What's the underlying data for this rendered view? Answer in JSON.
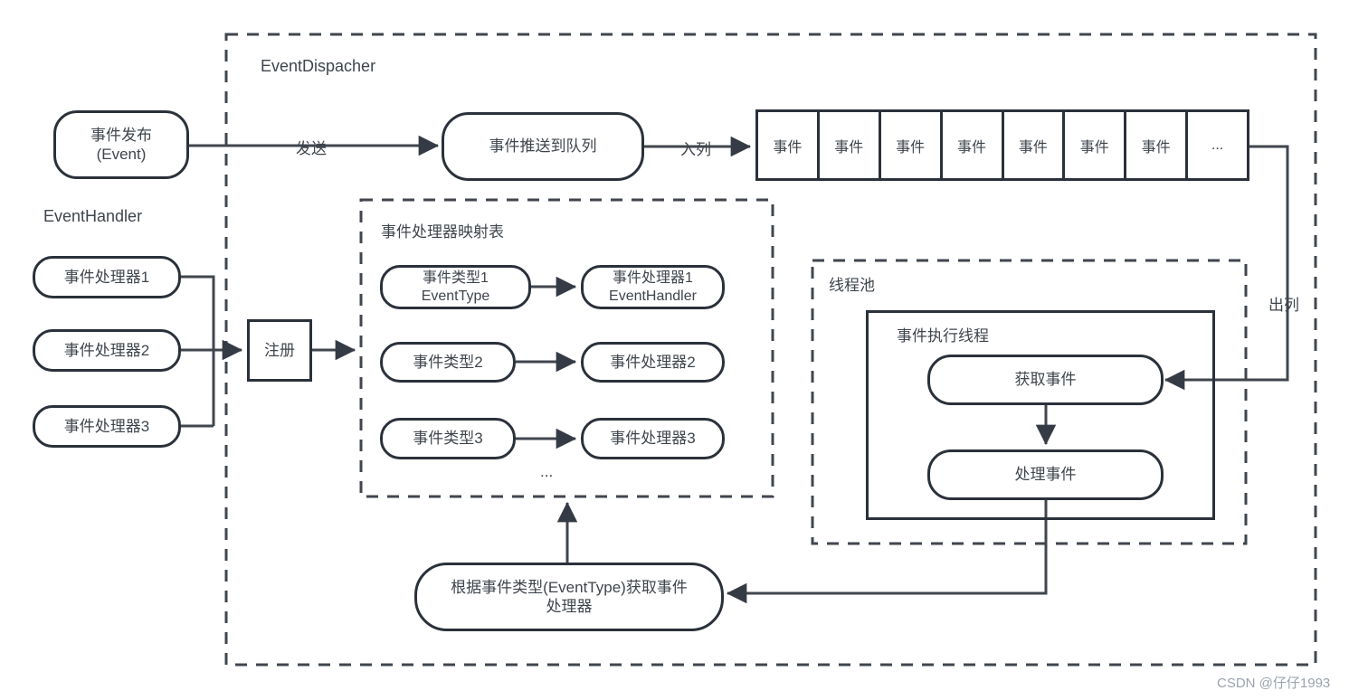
{
  "diagram_title": "EventDispacher",
  "publisher": {
    "line1": "事件发布",
    "line2": "(Event)"
  },
  "event_handler_label": "EventHandler",
  "handlers": [
    "事件处理器1",
    "事件处理器2",
    "事件处理器3"
  ],
  "register_label": "注册",
  "flow_labels": {
    "send": "发送",
    "enqueue": "入列",
    "dequeue": "出列"
  },
  "push_box_label": "事件推送到队列",
  "queue_cells": [
    "事件",
    "事件",
    "事件",
    "事件",
    "事件",
    "事件",
    "事件",
    "..."
  ],
  "mapping": {
    "title": "事件处理器映射表",
    "rows": [
      {
        "type1": "事件类型1",
        "type2": "EventType",
        "handler1": "事件处理器1",
        "handler2": "EventHandler"
      },
      {
        "type1": "事件类型2",
        "handler1": "事件处理器2"
      },
      {
        "type1": "事件类型3",
        "handler1": "事件处理器3"
      }
    ],
    "ellipsis": "..."
  },
  "thread_pool": {
    "title": "线程池",
    "exec_thread_title": "事件执行线程",
    "fetch_label": "获取事件",
    "process_label": "处理事件"
  },
  "lookup": {
    "line1": "根据事件类型(EventType)获取事件",
    "line2": "处理器"
  },
  "watermark": "CSDN @仔仔1993",
  "colors": {
    "border": "#2b313a",
    "line": "#40464e",
    "text": "#3f454c",
    "watermark": "#9ba3ac",
    "background": "#ffffff"
  }
}
